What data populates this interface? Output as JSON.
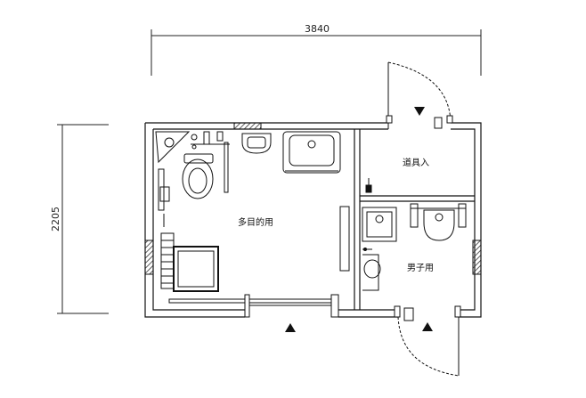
{
  "dimensions": {
    "width": "3840",
    "height": "2205"
  },
  "rooms": {
    "multipurpose": "多目的用",
    "storage": "道具入",
    "mens": "男子用"
  },
  "colors": {
    "line": "#111111",
    "hatch": "#555555"
  }
}
